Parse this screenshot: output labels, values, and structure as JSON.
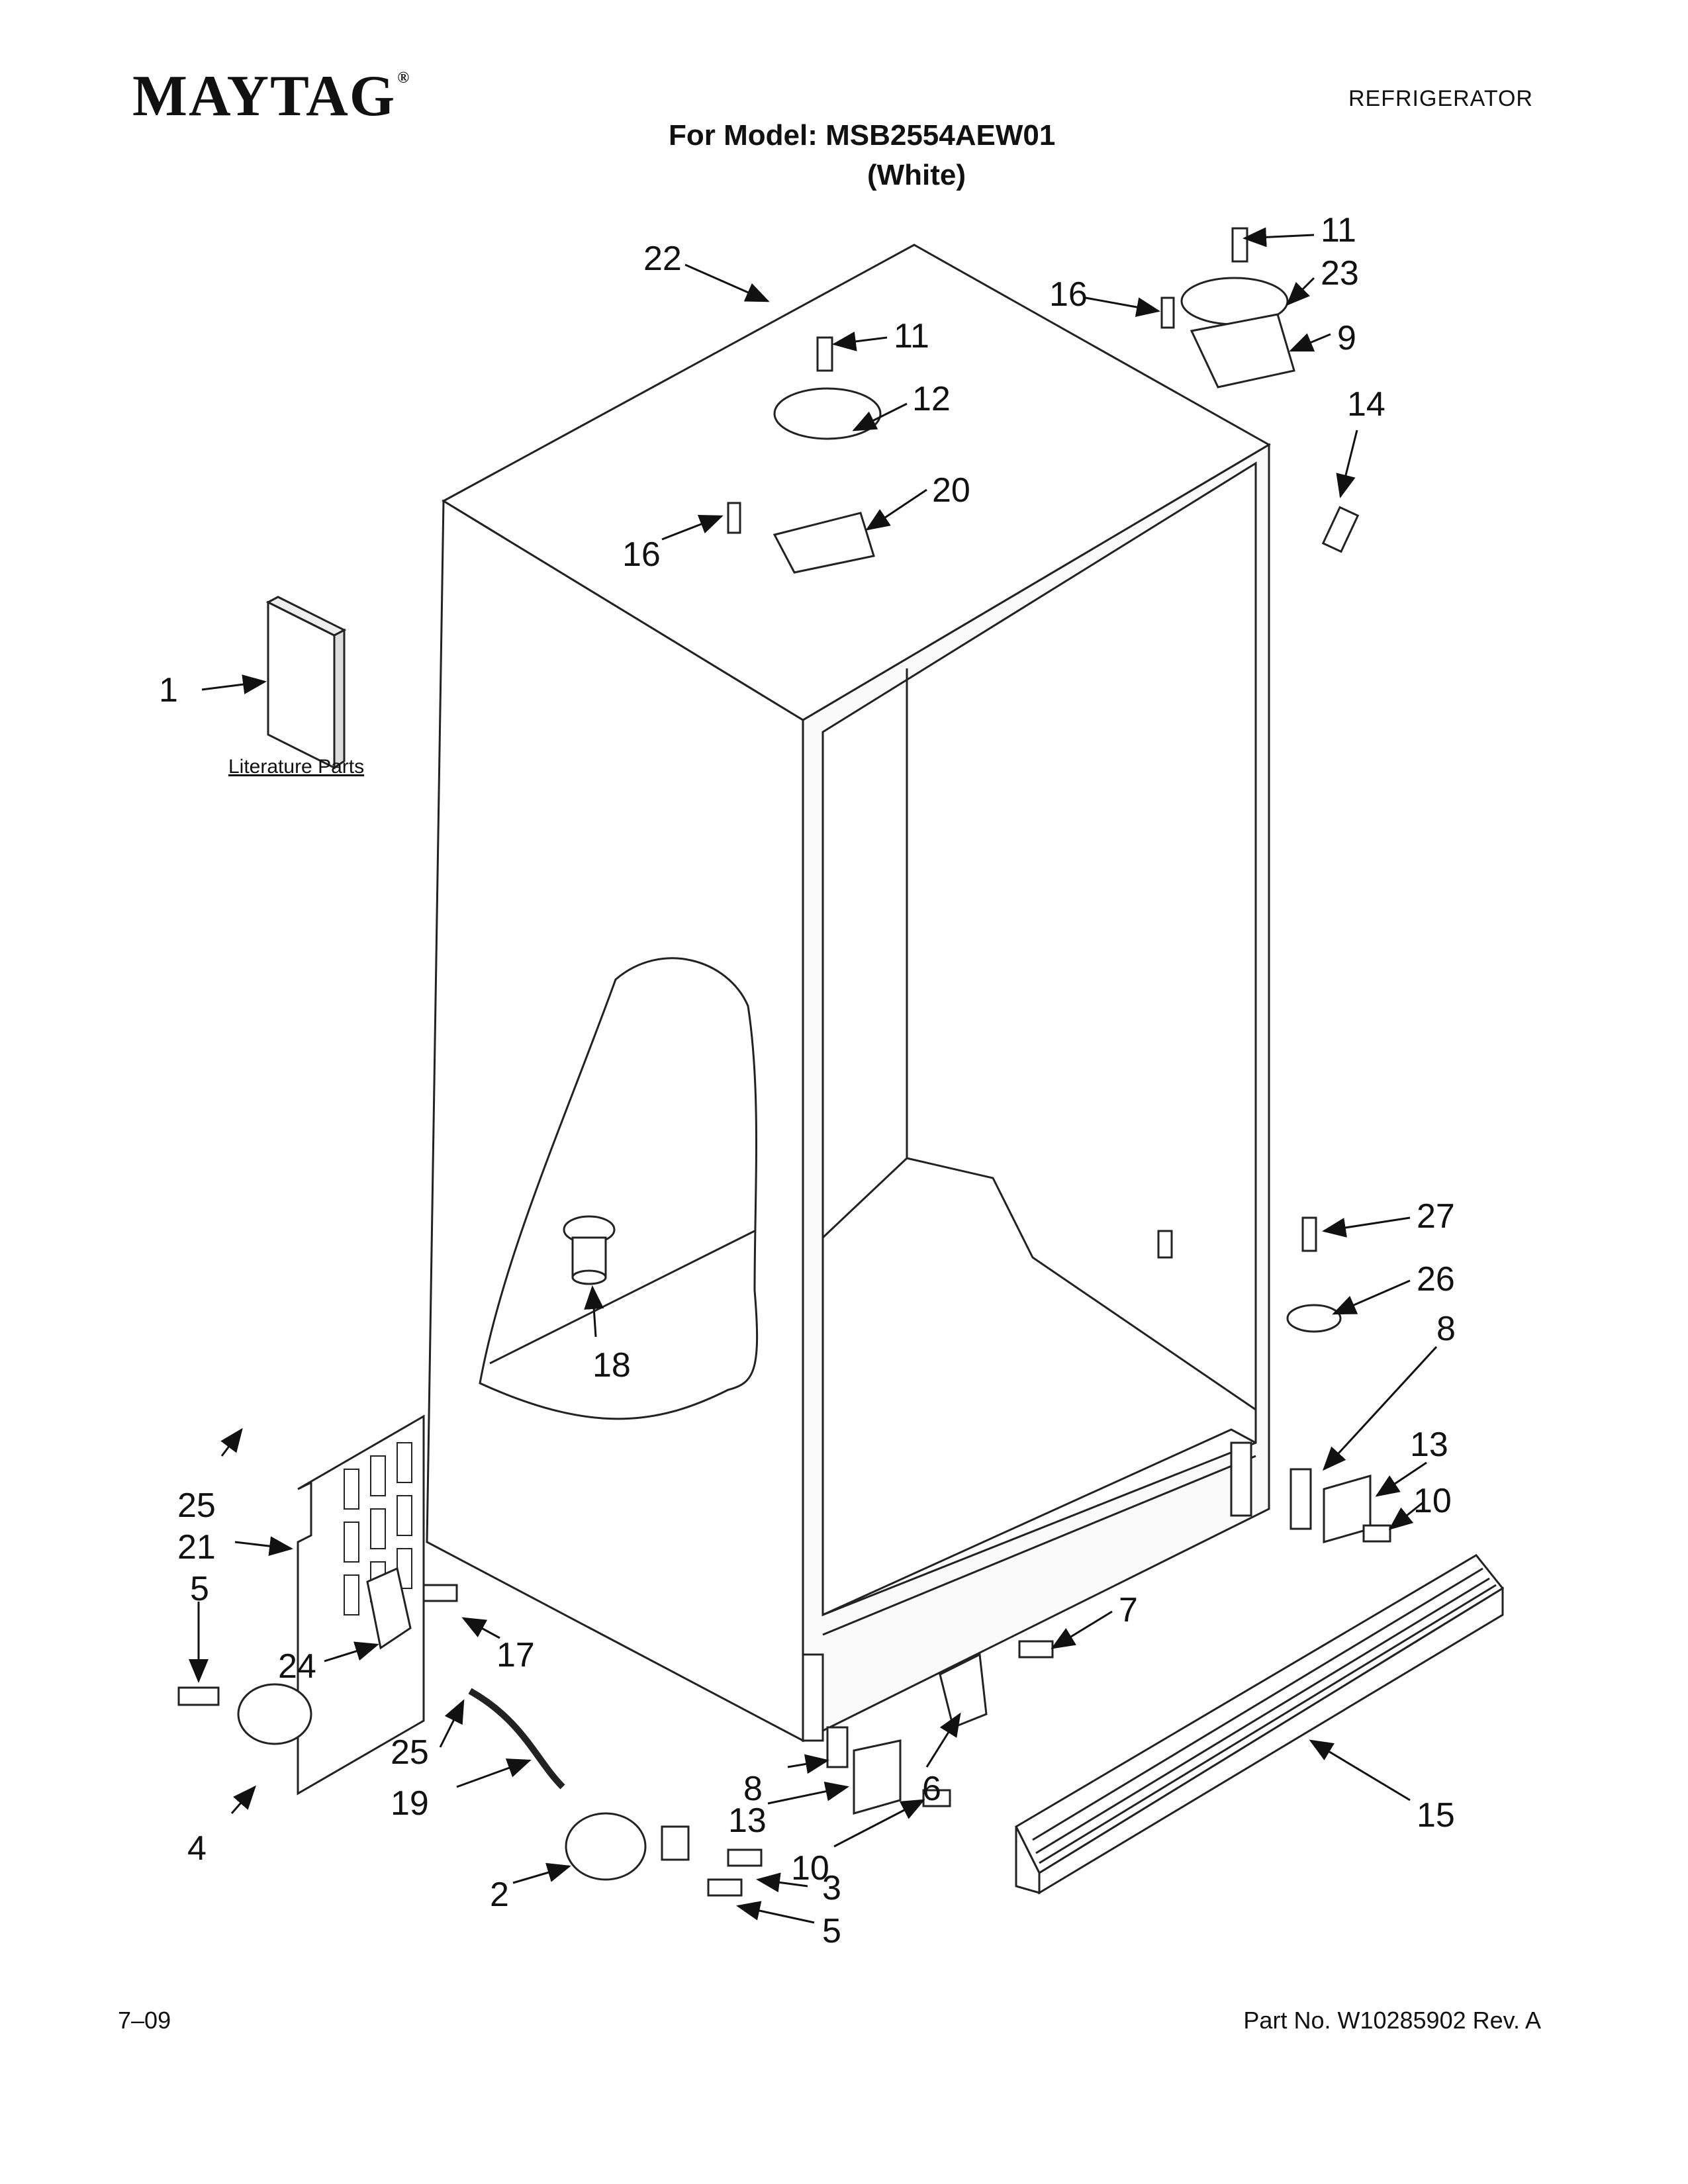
{
  "header": {
    "brand": "MAYTAG",
    "brand_mark": "®",
    "category": "REFRIGERATOR",
    "model_line": "For Model: MSB2554AEW01",
    "color_line": "(White)"
  },
  "literature_label": "Literature Parts",
  "callouts": {
    "c1": "1",
    "c2": "2",
    "c3": "3",
    "c4": "4",
    "c5a": "5",
    "c5b": "5",
    "c6": "6",
    "c7": "7",
    "c8a": "8",
    "c8b": "8",
    "c9": "9",
    "c10a": "10",
    "c10b": "10",
    "c11a": "11",
    "c11b": "11",
    "c12": "12",
    "c13a": "13",
    "c13b": "13",
    "c14": "14",
    "c15": "15",
    "c16a": "16",
    "c16b": "16",
    "c17": "17",
    "c18": "18",
    "c19": "19",
    "c20": "20",
    "c21": "21",
    "c22": "22",
    "c23": "23",
    "c24": "24",
    "c25a": "25",
    "c25b": "25",
    "c26": "26",
    "c27": "27"
  },
  "footer": {
    "date": "7–09",
    "part_no": "Part No. W10285902 Rev. A"
  }
}
